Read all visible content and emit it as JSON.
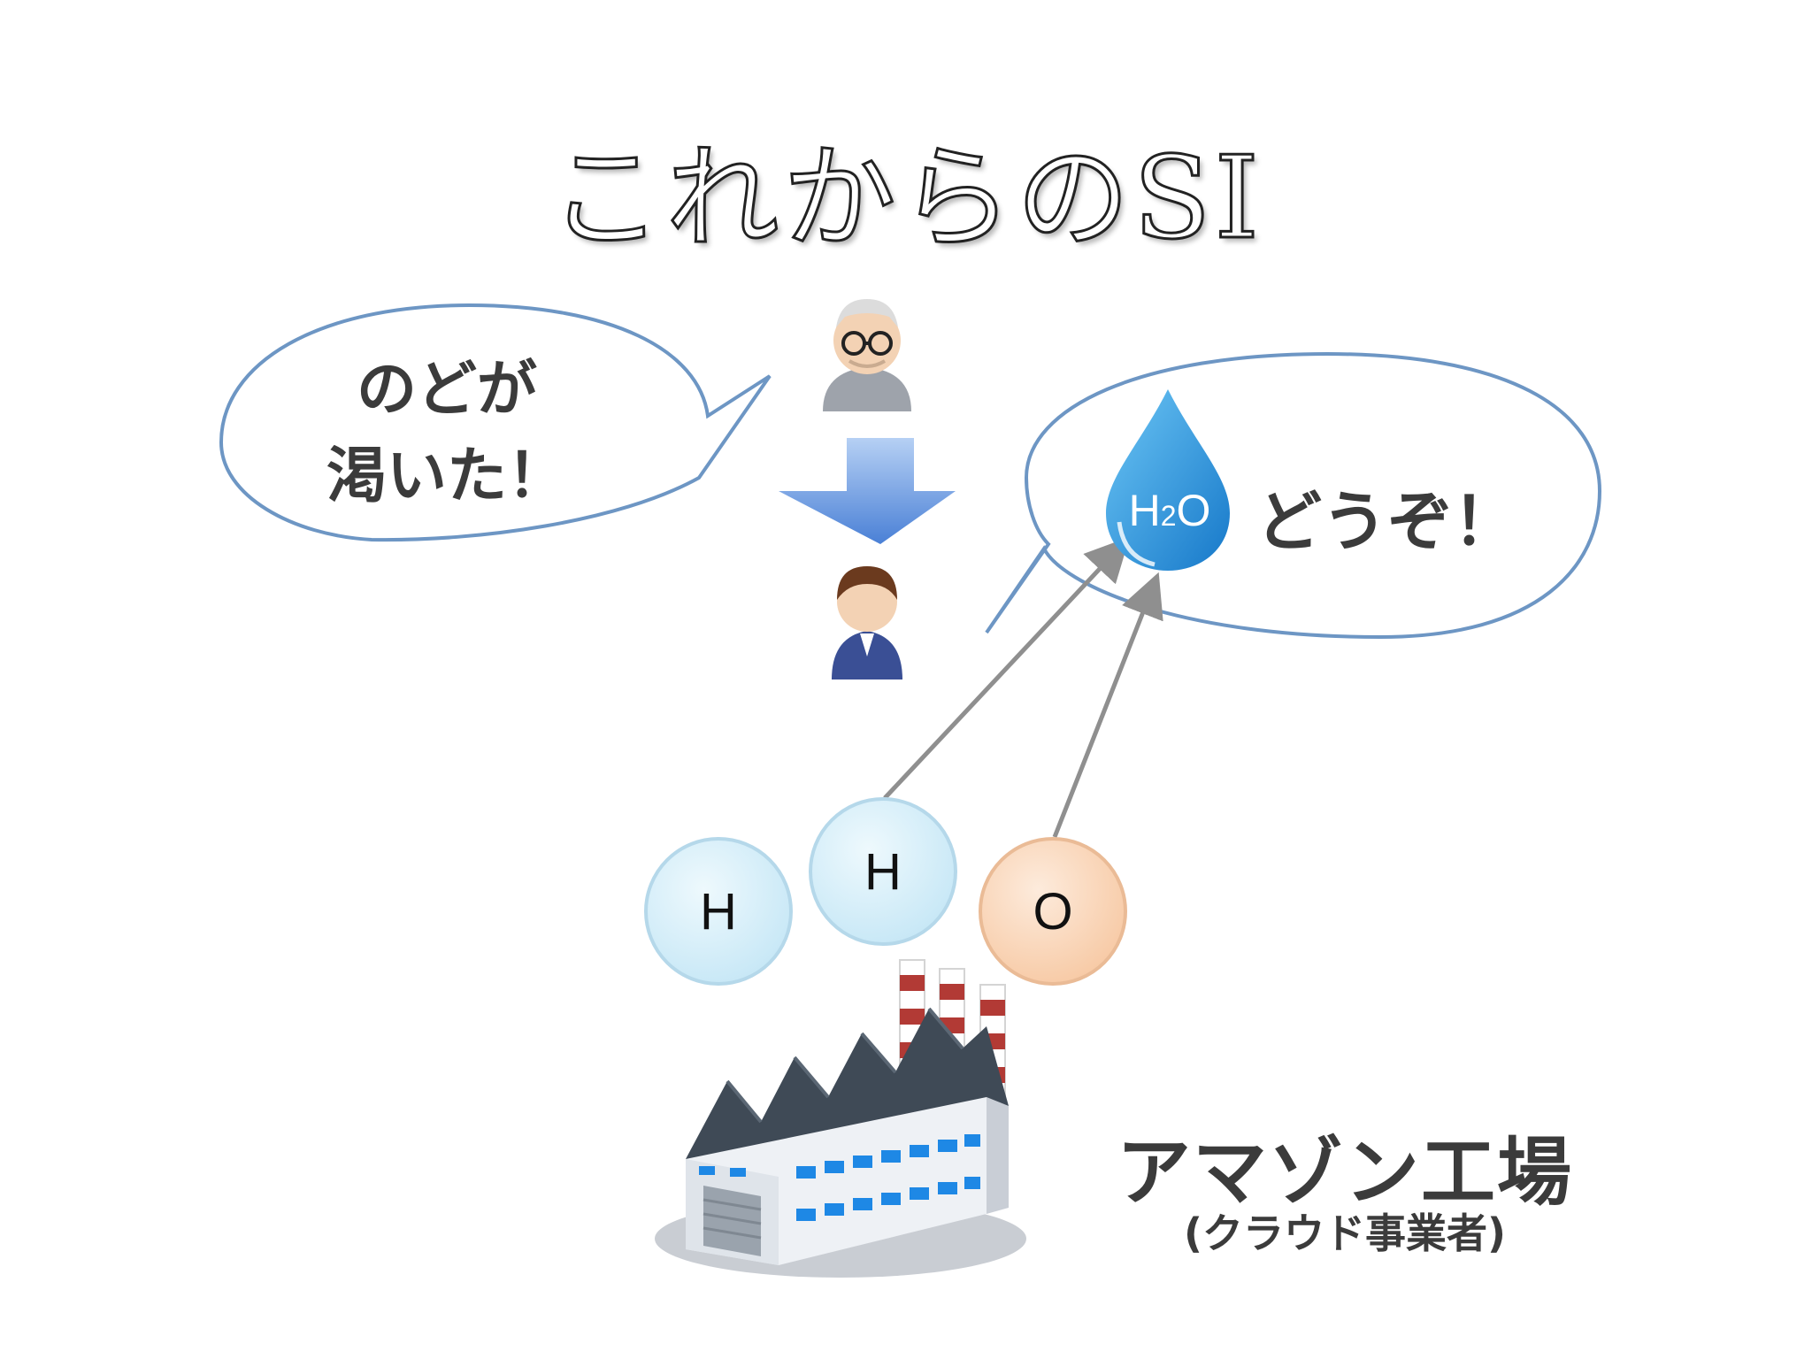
{
  "title": "これからのSI",
  "bubble_left": {
    "line1": "のどが",
    "line2": "渇いた！"
  },
  "bubble_right": {
    "text": "どうぞ！",
    "water_label_h": "H",
    "water_label_sub": "2",
    "water_label_o": "O"
  },
  "atoms": [
    {
      "label": "H"
    },
    {
      "label": "H"
    },
    {
      "label": "O"
    }
  ],
  "factory": {
    "name": "アマゾン工場",
    "sub": "(クラウド事業者)"
  },
  "colors": {
    "bubble_stroke": "#6d96c4",
    "arrow_blue_top": "#a9c6ef",
    "arrow_blue_bottom": "#4d82d6",
    "atom_h_fill": "#d5eef9",
    "atom_h_stroke": "#b5d8ea",
    "atom_o_fill": "#fbd9bf",
    "atom_o_stroke": "#eabb96",
    "water_drop": "#2c9be0",
    "connector": "#8f8f8f",
    "factory_roof": "#3f4a56",
    "factory_wall": "#eef1f5",
    "factory_window": "#1e88e5",
    "chimney_red": "#b23a35"
  }
}
